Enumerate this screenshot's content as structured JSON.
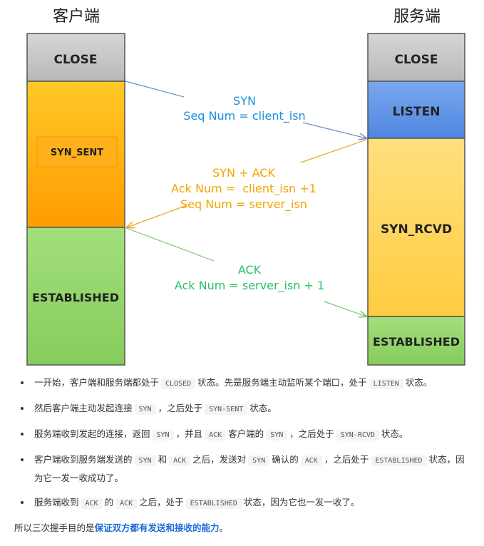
{
  "diagram": {
    "client_title": "客户端",
    "server_title": "服务端",
    "client_states": [
      "CLOSE",
      "SYN_SENT",
      "ESTABLISHED"
    ],
    "server_states": [
      "CLOSE",
      "LISTEN",
      "SYN_RCVD",
      "ESTABLISHED"
    ],
    "msg1": [
      "SYN",
      "Seq Num = client_isn"
    ],
    "msg2": [
      "SYN + ACK",
      "Ack Num =  client_isn +1",
      "Seq Num = server_isn"
    ],
    "msg3": [
      "ACK",
      "Ack Num = server_isn + 1"
    ],
    "colors": {
      "close": "#c8c8c8",
      "syn_sent": "#ffb300",
      "established": "#96d96c",
      "listen": "#5d91e6",
      "syn_rcvd": "#ffd54f",
      "msg1_text": "#1a8fe0",
      "msg2_text": "#f5a300",
      "msg3_text": "#22c55e"
    }
  },
  "notes": {
    "b1": {
      "t1": "一开始，客户端和服务端都处于",
      "c1": "CLOSED",
      "t2": "状态。先是服务端主动监听某个端口，处于",
      "c2": "LISTEN",
      "t3": "状态。"
    },
    "b2": {
      "t1": "然后客户端主动发起连接",
      "c1": "SYN",
      "t2": "，之后处于",
      "c2": "SYN-SENT",
      "t3": "状态。"
    },
    "b3": {
      "t1": "服务端收到发起的连接，返回",
      "c1": "SYN",
      "t2": "，并且",
      "c2": "ACK",
      "t3": "客户端的",
      "c3": "SYN",
      "t4": "，之后处于",
      "c4": "SYN-RCVD",
      "t5": "状态。"
    },
    "b4": {
      "t1": "客户端收到服务端发送的",
      "c1": "SYN",
      "t2": "和",
      "c2": "ACK",
      "t3": "之后，发送对",
      "c3": "SYN",
      "t4": "确认的",
      "c4": "ACK",
      "t5": "，之后处于",
      "c5": "ESTABLISHED",
      "t6": "状态，因为它一发一收成功了。"
    },
    "b5": {
      "t1": "服务端收到",
      "c1": "ACK",
      "t2": "的",
      "c2": "ACK",
      "t3": "之后，处于",
      "c3": "ESTABLISHED",
      "t4": "状态，因为它也一发一收了。"
    },
    "summary_prefix": "所以三次握手目的是",
    "summary_bold": "保证双方都有发送和接收的能力",
    "summary_suffix": "。"
  }
}
